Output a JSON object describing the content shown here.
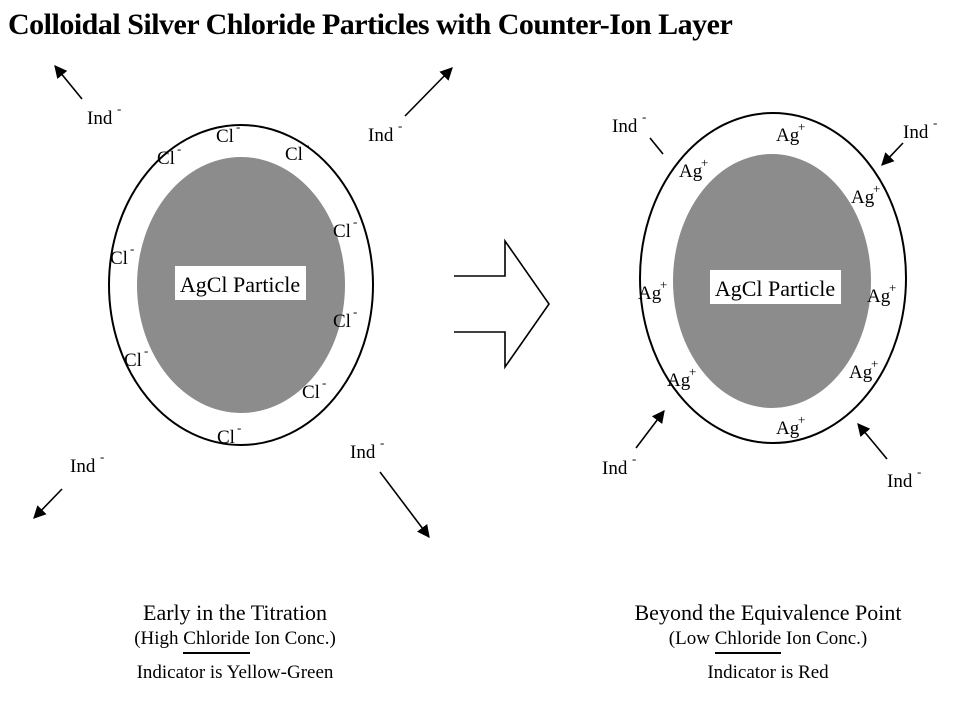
{
  "title": "Colloidal Silver Chloride Particles with Counter-Ion Layer",
  "left": {
    "particle_label": "AgCl Particle",
    "ion_label": "Cl",
    "ion_charge": "-",
    "indicator_label": "Ind",
    "indicator_charge": "-",
    "caption_line1": "Early in the Titration",
    "caption_line2_pre": "(High ",
    "caption_line2_ul": "Chloride",
    "caption_line2_post": " Ion Conc.)",
    "caption_line3": "Indicator is Yellow-Green"
  },
  "right": {
    "particle_label": "AgCl Particle",
    "ion_label": "Ag",
    "ion_charge": "+",
    "indicator_label": "Ind",
    "indicator_charge": "-",
    "caption_line1": "Beyond the Equivalence Point",
    "caption_line2_pre": "(Low ",
    "caption_line2_ul": "Chloride",
    "caption_line2_post": " Ion Conc.)",
    "caption_line3": "Indicator is Red"
  },
  "colors": {
    "core": "#8c8c8c",
    "line": "#000000"
  }
}
